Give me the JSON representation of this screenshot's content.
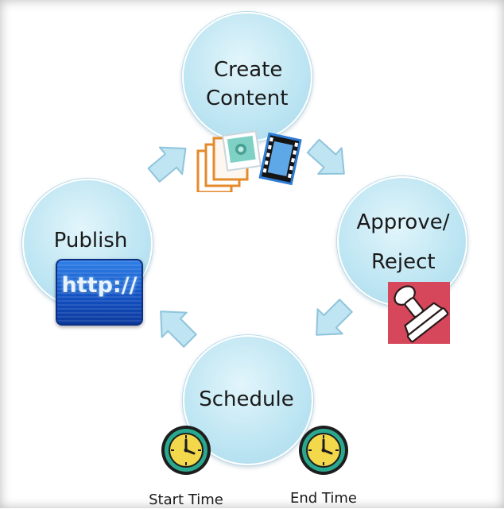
{
  "nodes": {
    "create": {
      "line1": "Create",
      "line2": "Content"
    },
    "approve": {
      "line1": "Approve/",
      "line2": "Reject"
    },
    "schedule": {
      "label": "Schedule"
    },
    "publish": {
      "label": "Publish"
    }
  },
  "captions": {
    "start_time": "Start Time",
    "end_time": "End Time"
  },
  "badge": {
    "text": "http://"
  },
  "colors": {
    "node_fill": "#bfe6f3",
    "arrow_fill": "#bfe4f2",
    "arrow_stroke": "#8fc4dc",
    "clock_face": "#f2d84a",
    "clock_rim": "#2aa88e",
    "stamp_bg": "#d7475c",
    "badge_blue": "#1452c4"
  },
  "icons": [
    "media-files-icon",
    "http-icon",
    "rubber-stamp-icon",
    "clock-icon"
  ]
}
